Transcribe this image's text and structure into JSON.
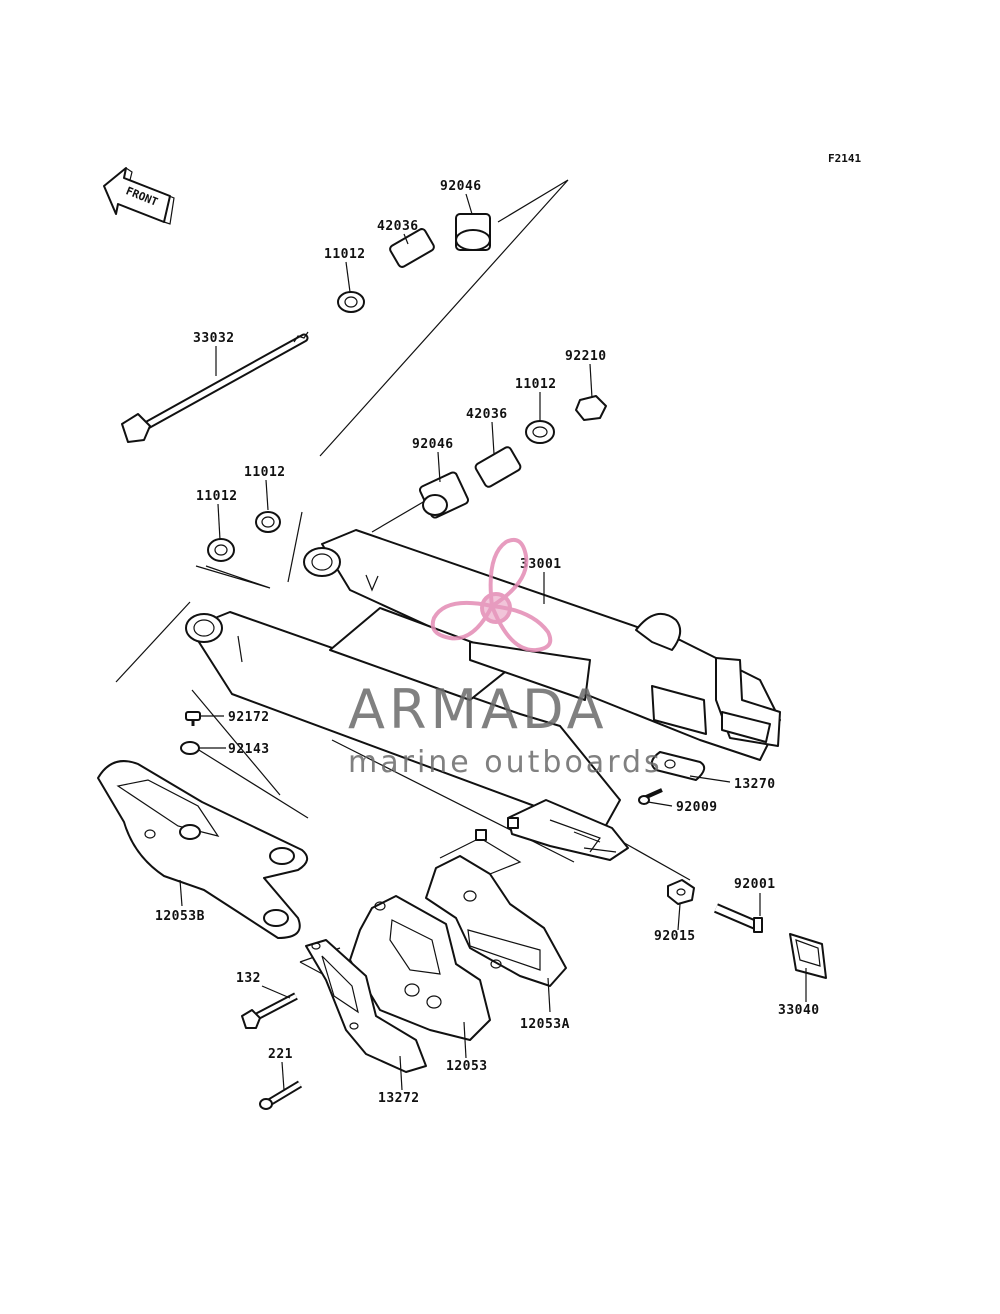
{
  "diagram_code": "F2141",
  "front_arrow_label": "FRONT",
  "parts": [
    {
      "id": "p-92046-top",
      "number": "92046"
    },
    {
      "id": "p-42036-top",
      "number": "42036"
    },
    {
      "id": "p-11012-top",
      "number": "11012"
    },
    {
      "id": "p-33032",
      "number": "33032"
    },
    {
      "id": "p-92210",
      "number": "92210"
    },
    {
      "id": "p-11012-right",
      "number": "11012"
    },
    {
      "id": "p-42036-mid",
      "number": "42036"
    },
    {
      "id": "p-92046-mid",
      "number": "92046"
    },
    {
      "id": "p-11012-left-a",
      "number": "11012"
    },
    {
      "id": "p-11012-left-b",
      "number": "11012"
    },
    {
      "id": "p-33001",
      "number": "33001"
    },
    {
      "id": "p-92172",
      "number": "92172"
    },
    {
      "id": "p-92143",
      "number": "92143"
    },
    {
      "id": "p-13270",
      "number": "13270"
    },
    {
      "id": "p-92009",
      "number": "92009"
    },
    {
      "id": "p-12053B",
      "number": "12053B"
    },
    {
      "id": "p-92001",
      "number": "92001"
    },
    {
      "id": "p-92015",
      "number": "92015"
    },
    {
      "id": "p-132",
      "number": "132"
    },
    {
      "id": "p-12053A",
      "number": "12053A"
    },
    {
      "id": "p-33040",
      "number": "33040"
    },
    {
      "id": "p-221",
      "number": "221"
    },
    {
      "id": "p-12053",
      "number": "12053"
    },
    {
      "id": "p-13272",
      "number": "13272"
    }
  ],
  "watermark": {
    "brand": "ARMADA",
    "tagline": "marine outboards",
    "brand_color": "#6b6b6b",
    "logo_color": "#e38bb4"
  }
}
